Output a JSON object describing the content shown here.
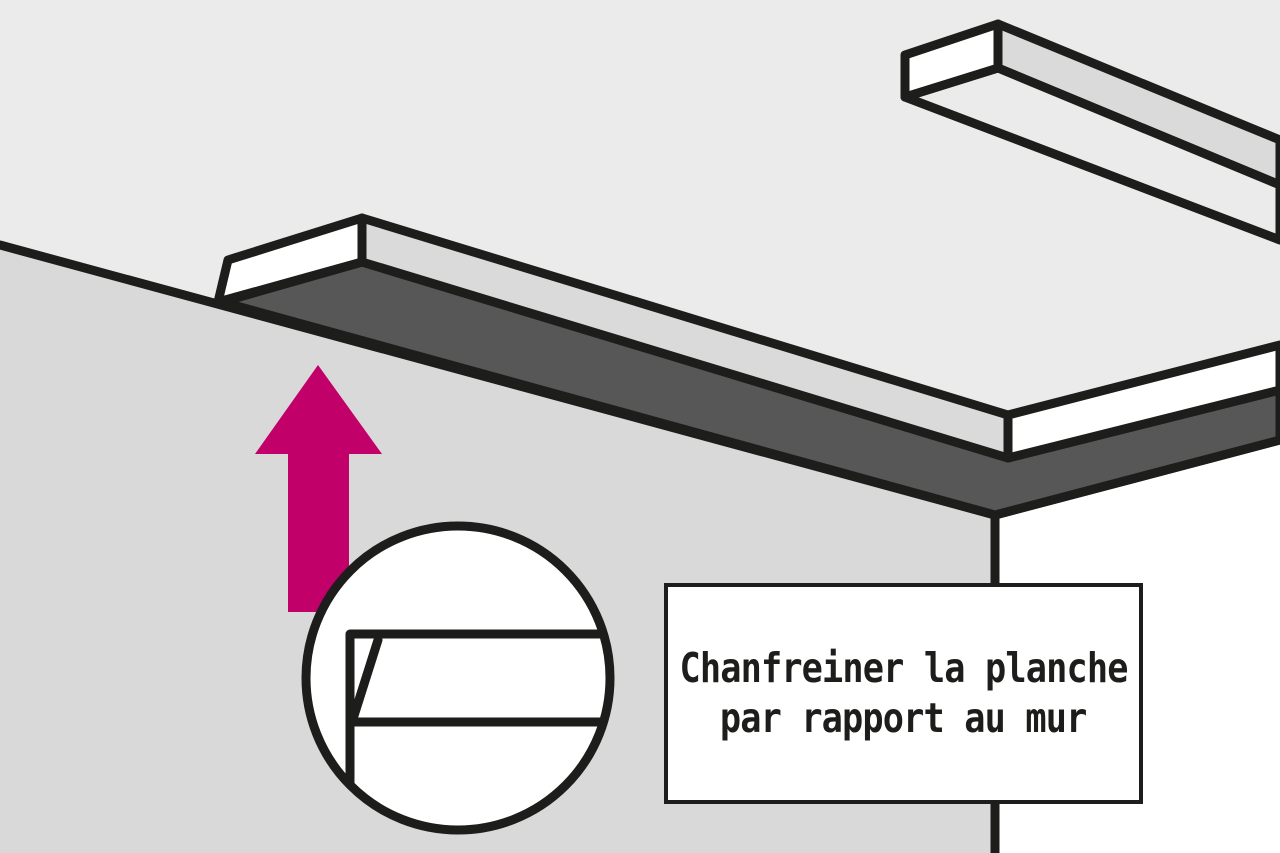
{
  "caption": {
    "line1": "Chanfreiner la planche",
    "line2": "par rapport au mur"
  },
  "colors": {
    "ceiling": "#ebebeb",
    "left_wall": "#d9d9d9",
    "right_wall": "#ffffff",
    "board_top": "#ffffff",
    "board_side": "#dadada",
    "board_shadow": "#575757",
    "outline": "#1d1d1b",
    "arrow": "#c2006a"
  },
  "icons": {
    "arrow": "up-arrow-icon",
    "detail": "magnifier-detail-circle"
  }
}
